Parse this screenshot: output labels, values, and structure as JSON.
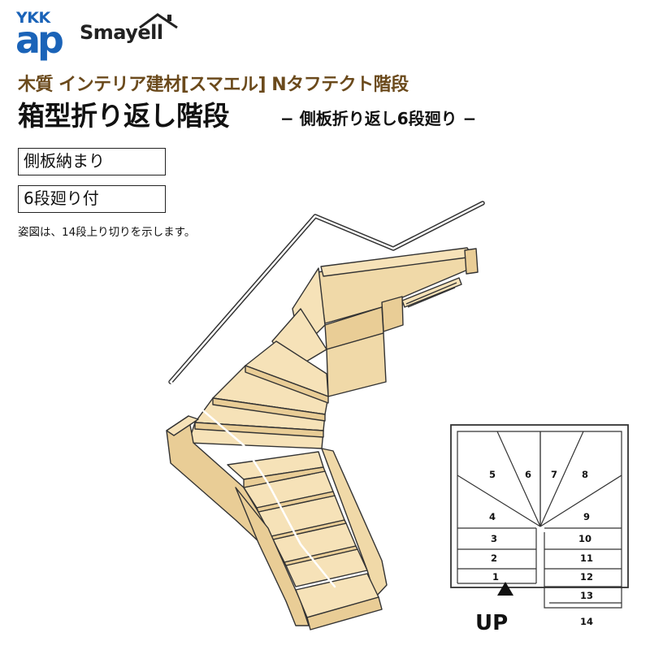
{
  "brand": {
    "ykk": "YKK",
    "ap": "ap",
    "smayell": "Smayell",
    "accent_color": "#1a63b8"
  },
  "header": {
    "subtitle": "木質 インテリア建材[スマエル] Nタフテクト階段",
    "title": "箱型折り返し階段",
    "title_suffix": "− 側板折り返し6段廻り −"
  },
  "tags": [
    "側板納まり",
    "6段廻り付"
  ],
  "note": "姿図は、14段上り切りを示します。",
  "plan": {
    "steps": [
      "1",
      "2",
      "3",
      "4",
      "5",
      "6",
      "7",
      "8",
      "9",
      "10",
      "11",
      "12",
      "13",
      "14"
    ],
    "up_label": "UP"
  },
  "colors": {
    "wood": "#f6e2b8",
    "wood_dark": "#e9cd96",
    "line": "#333333",
    "subtitle": "#6b4a1c"
  }
}
